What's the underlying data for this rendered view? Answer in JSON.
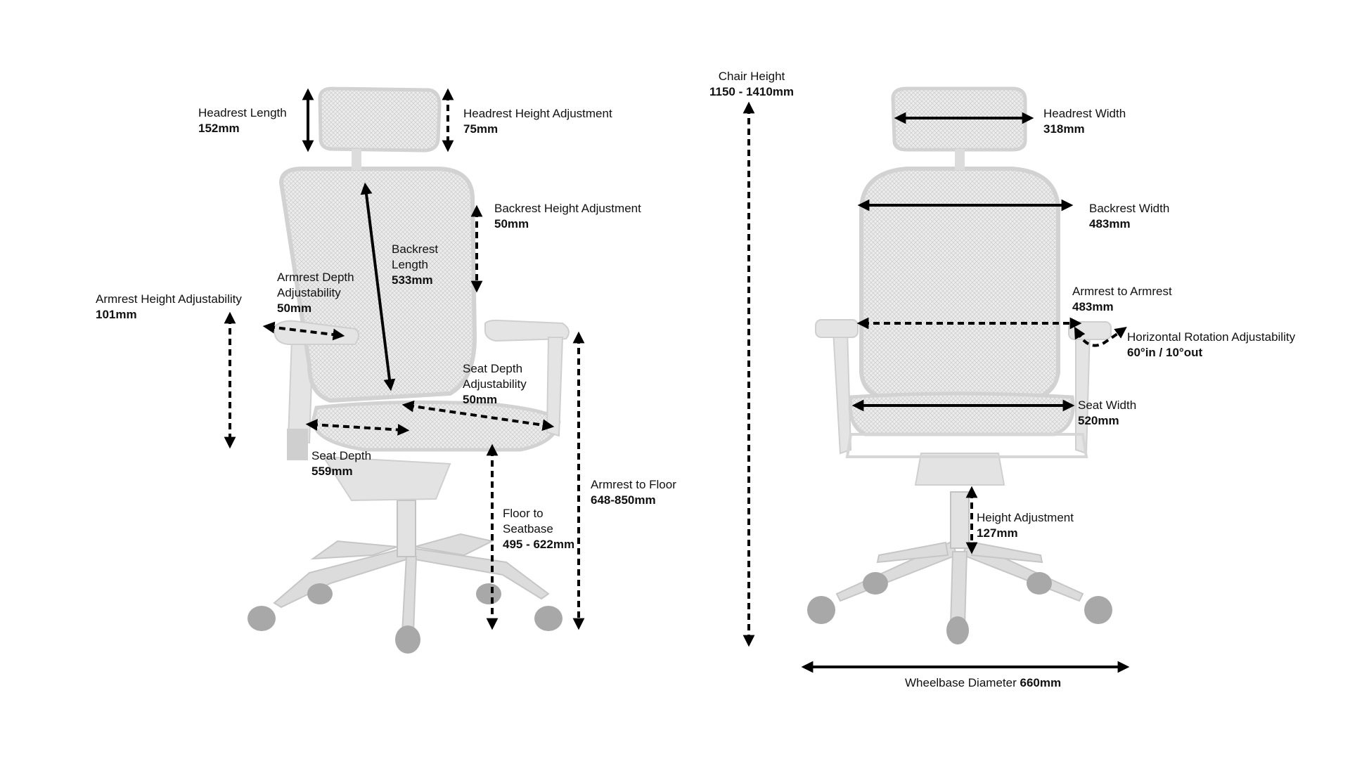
{
  "side_view": {
    "headrest_length": {
      "label": "Headrest Length",
      "value": "152mm"
    },
    "headrest_height_adjustment": {
      "label": "Headrest Height Adjustment",
      "value": "75mm"
    },
    "backrest_height_adjustment": {
      "label": "Backrest Height Adjustment",
      "value": "50mm"
    },
    "backrest_length": {
      "label1": "Backrest",
      "label2": "Length",
      "value": "533mm"
    },
    "armrest_depth_adjustability": {
      "label1": "Armrest Depth",
      "label2": "Adjustability",
      "value": "50mm"
    },
    "armrest_height_adjustability": {
      "label": "Armrest Height Adjustability",
      "value": "101mm"
    },
    "seat_depth_adjustability": {
      "label1": "Seat Depth",
      "label2": "Adjustability",
      "value": "50mm"
    },
    "seat_depth": {
      "label": "Seat Depth",
      "value": "559mm"
    },
    "floor_to_seatbase": {
      "label1": "Floor to",
      "label2": "Seatbase",
      "value": "495 - 622mm"
    },
    "armrest_to_floor": {
      "label": "Armrest to Floor",
      "value": "648-850mm"
    }
  },
  "chair_height": {
    "label": "Chair Height",
    "value": "1150 - 1410mm"
  },
  "front_view": {
    "headrest_width": {
      "label": "Headrest Width",
      "value": "318mm"
    },
    "backrest_width": {
      "label": "Backrest Width",
      "value": "483mm"
    },
    "armrest_to_armrest": {
      "label": "Armrest to Armrest",
      "value": "483mm"
    },
    "horizontal_rotation": {
      "label": "Horizontal Rotation Adjustability",
      "value": "60°in / 10°out"
    },
    "seat_width": {
      "label": "Seat Width",
      "value": "520mm"
    },
    "height_adjustment": {
      "label": "Height Adjustment",
      "value": "127mm"
    },
    "wheelbase_diameter": {
      "label": "Wheelbase Diameter",
      "value": "660mm"
    }
  },
  "colors": {
    "chair": "#d9d9d9",
    "mesh": "#e6e6e6",
    "arrow": "#000000",
    "caster": "#9e9e9e"
  }
}
